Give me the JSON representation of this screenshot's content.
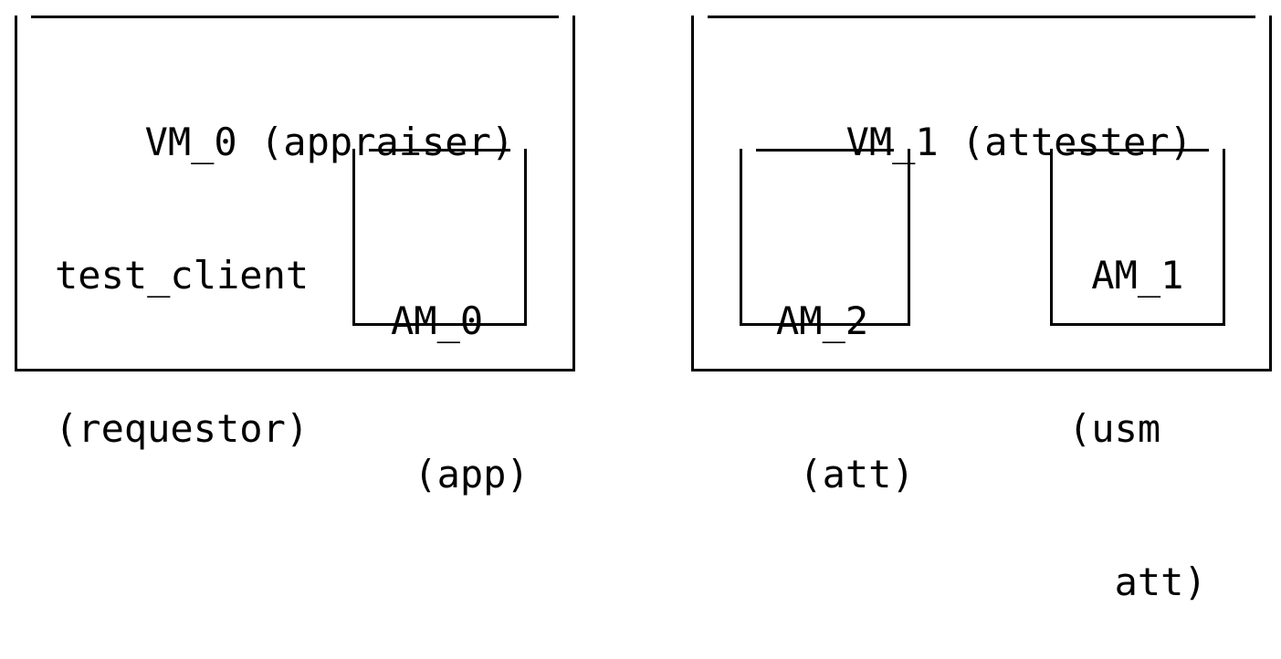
{
  "vm0": {
    "title": "VM_0 (appraiser)",
    "client": {
      "line1": "test_client",
      "line2": "(requestor)"
    },
    "module": {
      "line1": "AM_0",
      "line2": " (app)"
    }
  },
  "vm1": {
    "title": "VM_1 (attester)",
    "module_left": {
      "line1": "AM_2",
      "line2": " (att)"
    },
    "module_right": {
      "line1": " AM_1",
      "line2": "(usm",
      "line3": "  att)"
    }
  }
}
